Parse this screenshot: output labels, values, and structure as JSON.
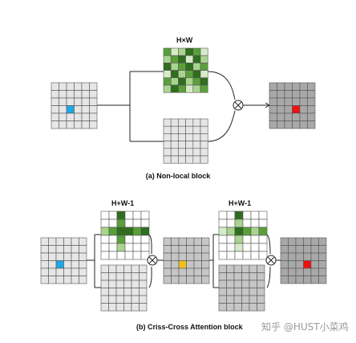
{
  "labels": {
    "hw": "H×W",
    "hw1_first": "H+W-1",
    "hw1_second": "H+W-1",
    "caption_a": "(a) Non-local block",
    "caption_b": "(b) Criss-Cross Attention block",
    "watermark": "知乎 @HUST小菜鸡"
  },
  "colors": {
    "grid_light": "#e6e6e6",
    "grid_gray": "#c6c6c6",
    "grid_dark_gray": "#a8a8a8",
    "highlight_blue": "#1ea8e6",
    "highlight_yellow": "#f4bf1a",
    "highlight_red": "#ee1111",
    "green_dark": "#2f6e1d",
    "green_mid": "#5aa03a",
    "green_light": "#a9d48f",
    "green_pale": "#d6ebc8"
  }
}
